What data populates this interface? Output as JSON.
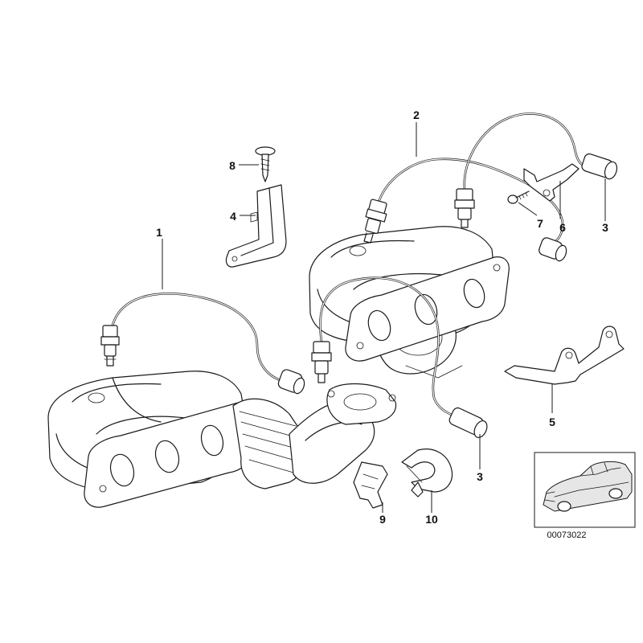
{
  "diagram": {
    "callouts": [
      {
        "id": "c1",
        "label": "1"
      },
      {
        "id": "c2",
        "label": "2"
      },
      {
        "id": "c3a",
        "label": "3"
      },
      {
        "id": "c3b",
        "label": "3"
      },
      {
        "id": "c4",
        "label": "4"
      },
      {
        "id": "c5",
        "label": "5"
      },
      {
        "id": "c6",
        "label": "6"
      },
      {
        "id": "c7",
        "label": "7"
      },
      {
        "id": "c8",
        "label": "8"
      },
      {
        "id": "c9",
        "label": "9"
      },
      {
        "id": "c10",
        "label": "10"
      }
    ],
    "inset": {
      "diagram_number": "00073022"
    }
  }
}
